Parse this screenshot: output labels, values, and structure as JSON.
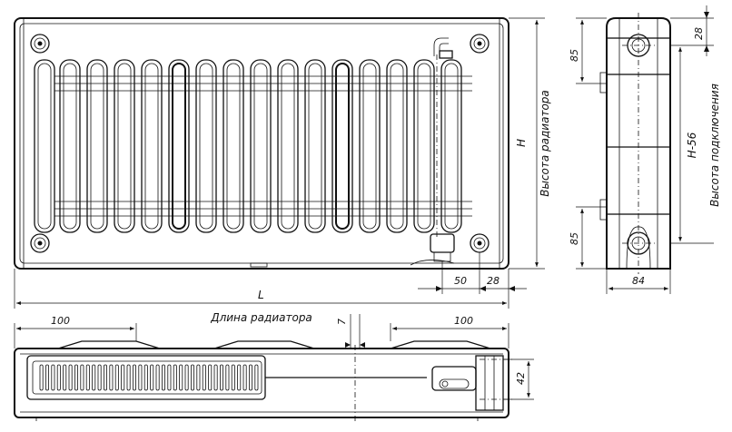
{
  "dimensions": {
    "height_symbol": "H",
    "height_caption": "Высота радиатора",
    "length_symbol": "L",
    "length_caption": "Длина радиатора",
    "connection_symbol": "H-56",
    "connection_caption": "Высота подключения",
    "side_top_offset": "85",
    "side_bottom_offset": "85",
    "side_top_gap": "28",
    "side_depth": "84",
    "front_pipe_offset": "50",
    "front_edge_offset": "28",
    "bracket_left": "100",
    "bracket_right": "100",
    "top_gap": "7",
    "top_depth": "42"
  }
}
